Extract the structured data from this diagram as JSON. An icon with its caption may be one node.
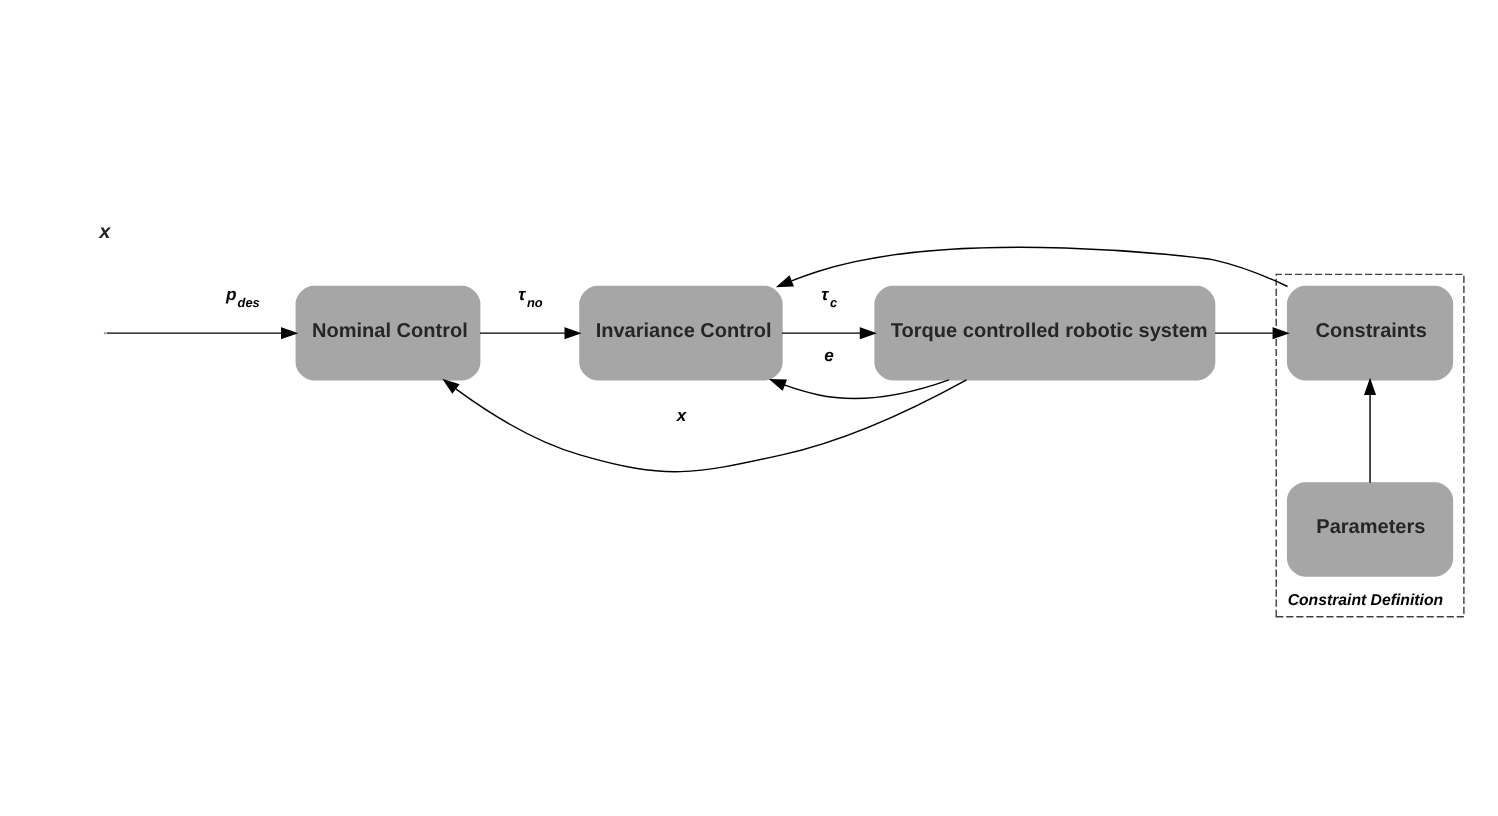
{
  "diagram": {
    "nodes": [
      {
        "text": [
          "Constraint Definition"
        ]
      },
      {
        "text": [
          "Nominal Control"
        ]
      },
      {
        "text": [
          "Invariance Control"
        ]
      },
      {
        "text": [
          "Torque controlled robotic system"
        ]
      },
      {
        "text": [
          "Constraints"
        ],
        "in": 0
      },
      {
        "text": [
          "Parameters"
        ],
        "in": 0
      }
    ],
    "edges": [
      {
        "from": 3,
        "to": 1,
        "arrow": "to",
        "label": "x"
      },
      {
        "from": null,
        "to": 1,
        "arrow": "to",
        "label": "p$_{des}$"
      },
      {
        "from": 1,
        "to": 2,
        "arrow": "to",
        "label": "τ$_{no}$"
      },
      {
        "from": 2,
        "to": 3,
        "arrow": "to",
        "label": "τ$_{c}$"
      },
      {
        "from": 3,
        "to": 2,
        "arrow": "to",
        "label": "e"
      },
      {
        "from": 3,
        "to": 4,
        "arrow": "to"
      },
      {
        "from": 4,
        "to": 2,
        "arrow": "to"
      },
      {
        "from": 5,
        "to": 4,
        "arrow": "to"
      }
    ],
    "labels": [
      "x"
    ]
  }
}
